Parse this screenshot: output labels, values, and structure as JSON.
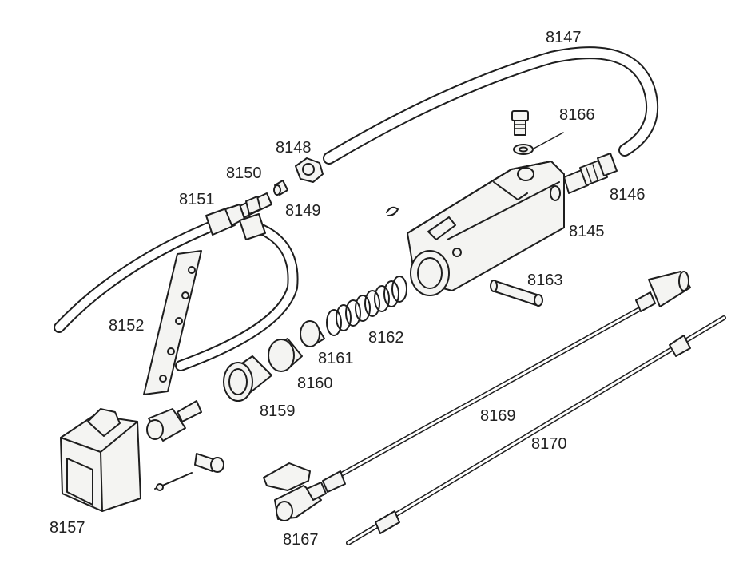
{
  "labels": {
    "p8145": "8145",
    "p8146": "8146",
    "p8147": "8147",
    "p8148": "8148",
    "p8149": "8149",
    "p8150": "8150",
    "p8151": "8151",
    "p8152": "8152",
    "p8157": "8157",
    "p8159": "8159",
    "p8160": "8160",
    "p8161": "8161",
    "p8162": "8162",
    "p8163": "8163",
    "p8166": "8166",
    "p8167": "8167",
    "p8169": "8169",
    "p8170": "8170"
  }
}
